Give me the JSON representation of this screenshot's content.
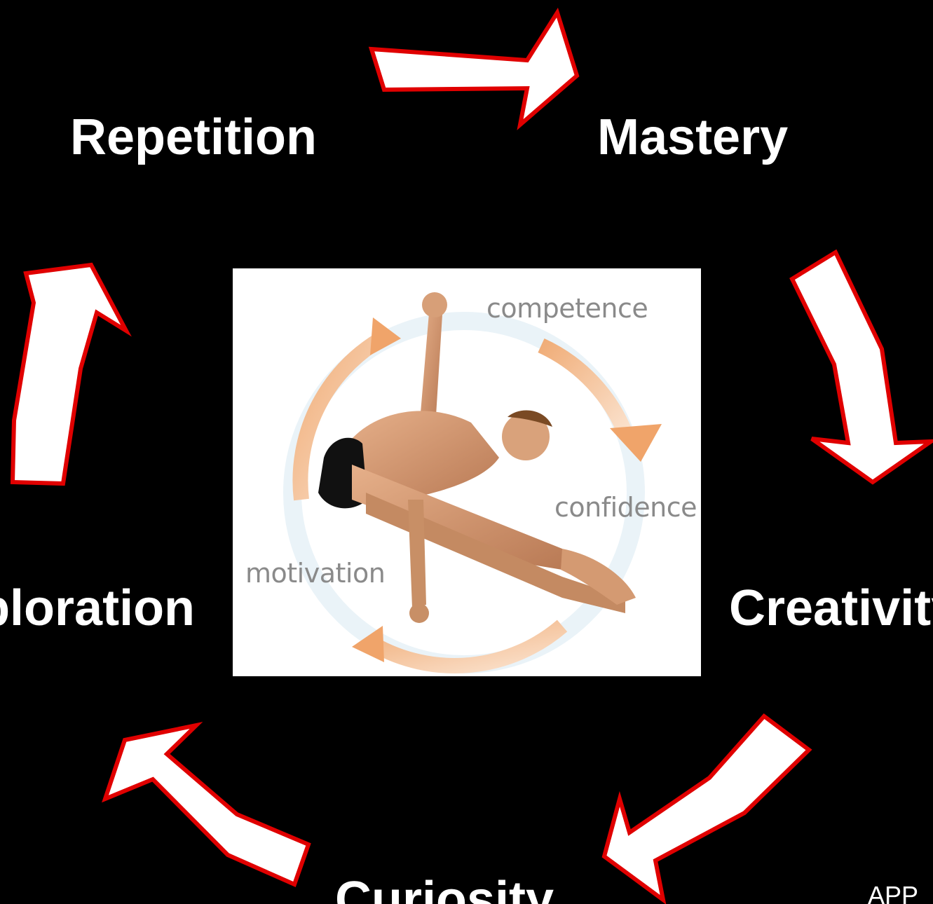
{
  "cycle": {
    "labels": {
      "repetition": "Repetition",
      "mastery": "Mastery",
      "creativity": "Creativity",
      "curiosity": "Curiosity",
      "exploration": "Exploration"
    },
    "arrow_fill": "#ffffff",
    "arrow_stroke": "#e00000"
  },
  "photo": {
    "words": {
      "competence": "competence",
      "confidence": "confidence",
      "motivation": "motivation"
    },
    "ring_color": "#f3b98a"
  },
  "corner": {
    "text": "APP"
  }
}
